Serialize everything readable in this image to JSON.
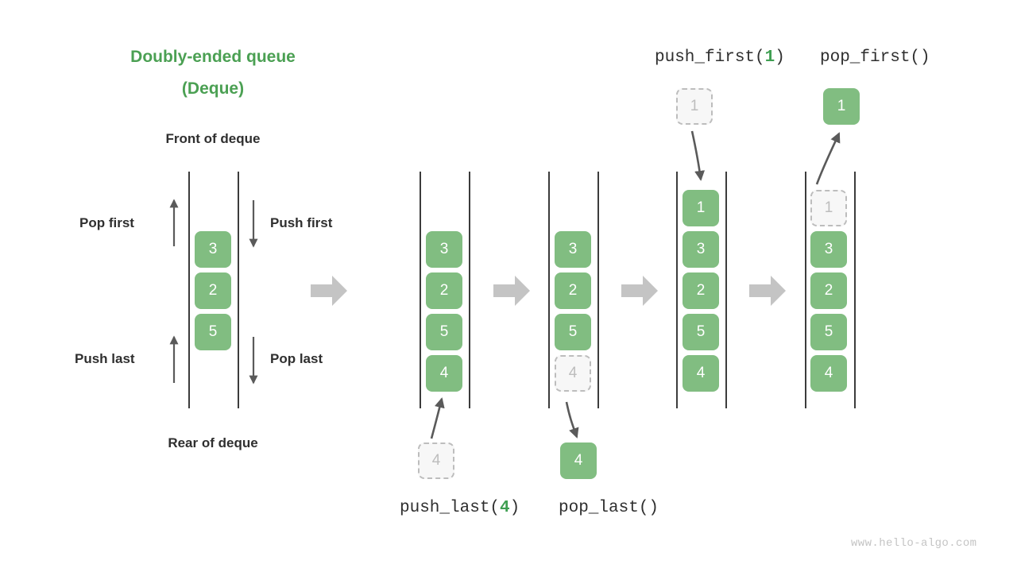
{
  "title": {
    "line1": "Doubly-ended queue",
    "line2": "(Deque)",
    "color": "#4ba053"
  },
  "anchors": {
    "front": "Front of deque",
    "rear": "Rear of deque"
  },
  "left_diagram": {
    "labels": {
      "pop_first": "Pop first",
      "push_first": "Push first",
      "push_last": "Push last",
      "pop_last": "Pop last"
    },
    "cells": [
      "3",
      "2",
      "5"
    ]
  },
  "operations": {
    "push_last": {
      "name": "push_last(",
      "arg": "4",
      "close": ")"
    },
    "pop_last": {
      "name": "pop_last()",
      "arg": "",
      "close": ""
    },
    "push_first": {
      "name": "push_first(",
      "arg": "1",
      "close": ")"
    },
    "pop_first": {
      "name": "pop_first()",
      "arg": "",
      "close": ""
    }
  },
  "stages": [
    {
      "id": "stage-1",
      "cells": [
        "3",
        "2",
        "5",
        "4"
      ],
      "ghosts": [],
      "detached": {
        "value": "4",
        "ghost": true,
        "position": "bottom"
      }
    },
    {
      "id": "stage-2",
      "cells": [
        "3",
        "2",
        "5"
      ],
      "ghosts": [
        "4"
      ],
      "detached": {
        "value": "4",
        "ghost": false,
        "position": "bottom"
      }
    },
    {
      "id": "stage-3",
      "cells": [
        "1",
        "3",
        "2",
        "5",
        "4"
      ],
      "ghosts": [],
      "detached": {
        "value": "1",
        "ghost": true,
        "position": "top"
      }
    },
    {
      "id": "stage-4",
      "cells": [
        "3",
        "2",
        "5",
        "4"
      ],
      "ghosts": [
        "1"
      ],
      "detached": {
        "value": "1",
        "ghost": false,
        "position": "top"
      }
    }
  ],
  "colors": {
    "cell_fill": "#81bd81",
    "cell_text": "#ffffff",
    "ghost_fill": "#f7f7f7",
    "ghost_border": "#bdbdbd",
    "rail": "#3c3c3c",
    "step_arrow": "#c4c4c4",
    "thin_arrow": "#5a5a5a",
    "accent_green": "#3f9f52"
  },
  "watermark": "www.hello-algo.com"
}
